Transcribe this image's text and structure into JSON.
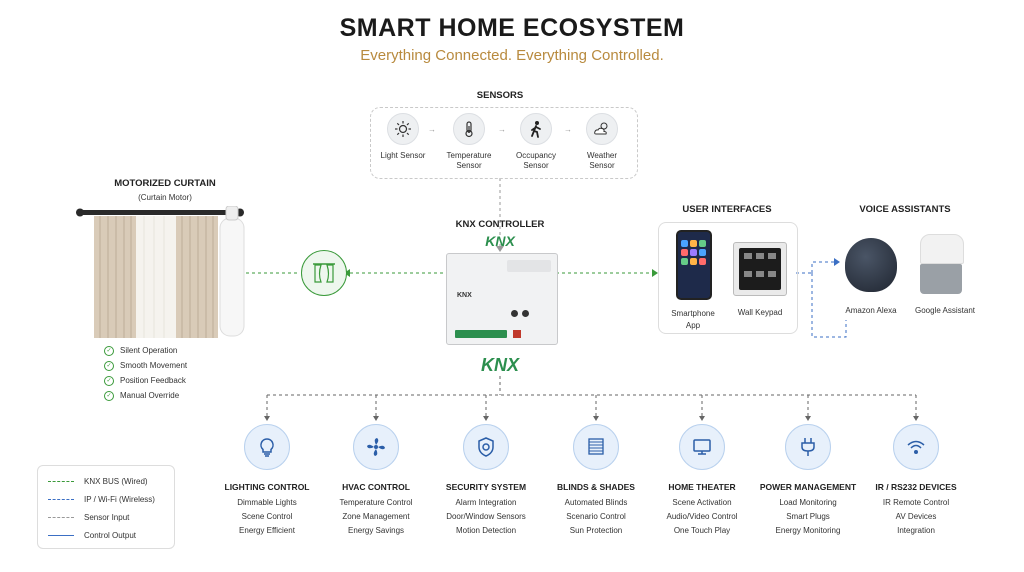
{
  "header": {
    "title": "SMART HOME ECOSYSTEM",
    "subtitle": "Everything Connected. Everything Controlled."
  },
  "sensors": {
    "title": "SENSORS",
    "items": [
      {
        "label": "Light Sensor",
        "icon": "sun-icon"
      },
      {
        "label": "Temperature Sensor",
        "icon": "thermometer-icon"
      },
      {
        "label": "Occupancy Sensor",
        "icon": "walking-person-icon"
      },
      {
        "label": "Weather Sensor",
        "icon": "weather-icon"
      }
    ]
  },
  "curtain": {
    "title": "MOTORIZED CURTAIN",
    "subtitle": "(Curtain Motor)",
    "features": [
      "Silent Operation",
      "Smooth Movement",
      "Position Feedback",
      "Manual Override"
    ]
  },
  "controller": {
    "title": "KNX CONTROLLER",
    "logo": "KNX",
    "device_label": "KNX"
  },
  "user_interfaces": {
    "title": "USER INTERFACES",
    "items": [
      "Smartphone App",
      "Wall Keypad"
    ]
  },
  "voice": {
    "title": "VOICE ASSISTANTS",
    "items": [
      "Amazon Alexa",
      "Google Assistant"
    ]
  },
  "categories": [
    {
      "title": "LIGHTING CONTROL",
      "icon": "lightbulb-icon",
      "items": [
        "Dimmable Lights",
        "Scene Control",
        "Energy Efficient"
      ]
    },
    {
      "title": "HVAC CONTROL",
      "icon": "fan-icon",
      "items": [
        "Temperature Control",
        "Zone Management",
        "Energy Savings"
      ]
    },
    {
      "title": "SECURITY SYSTEM",
      "icon": "shield-icon",
      "items": [
        "Alarm Integration",
        "Door/Window Sensors",
        "Motion Detection"
      ]
    },
    {
      "title": "BLINDS & SHADES",
      "icon": "blinds-icon",
      "items": [
        "Automated Blinds",
        "Scenario Control",
        "Sun Protection"
      ]
    },
    {
      "title": "HOME THEATER",
      "icon": "monitor-icon",
      "items": [
        "Scene Activation",
        "Audio/Video Control",
        "One Touch Play"
      ]
    },
    {
      "title": "POWER MANAGEMENT",
      "icon": "plug-icon",
      "items": [
        "Load Monitoring",
        "Smart Plugs",
        "Energy Monitoring"
      ]
    },
    {
      "title": "IR / RS232 DEVICES",
      "icon": "wireless-icon",
      "items": [
        "IR Remote Control",
        "AV Devices",
        "Integration"
      ]
    }
  ],
  "legend": [
    {
      "label": "KNX BUS (Wired)",
      "color": "#3a9a3a",
      "style": "dashed"
    },
    {
      "label": "IP / Wi-Fi (Wireless)",
      "color": "#3b6fc4",
      "style": "dashed"
    },
    {
      "label": "Sensor Input",
      "color": "#999999",
      "style": "dashed"
    },
    {
      "label": "Control Output",
      "color": "#3b6fc4",
      "style": "solid"
    }
  ],
  "colors": {
    "knx_green": "#2c8f4e",
    "subtitle_gold": "#b88a3e",
    "icon_blue": "#2b5ea8"
  }
}
